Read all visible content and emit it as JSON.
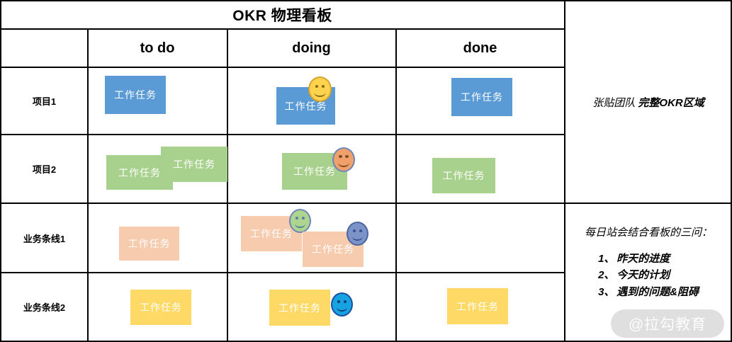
{
  "board": {
    "title": "OKR 物理看板",
    "columns": [
      "to do",
      "doing",
      "done"
    ],
    "rows": [
      {
        "label": "项目1",
        "color": "#5b9bd5",
        "to_do": [
          {
            "text": "工作任务"
          }
        ],
        "doing": [
          {
            "text": "工作任务",
            "avatar": "smiley-face-yellow"
          }
        ],
        "done": [
          {
            "text": "工作任务"
          }
        ]
      },
      {
        "label": "项目2",
        "color": "#a9d18e",
        "to_do": [
          {
            "text": "工作任务"
          },
          {
            "text": "工作任务"
          }
        ],
        "doing": [
          {
            "text": "工作任务",
            "avatar": "smiley-face-orange"
          }
        ],
        "done": [
          {
            "text": "工作任务"
          }
        ]
      },
      {
        "label": "业务条线1",
        "color": "#f7cbad",
        "to_do": [
          {
            "text": "工作任务"
          }
        ],
        "doing": [
          {
            "text": "工作任务",
            "avatar": "smiley-face-green"
          },
          {
            "text": "工作任务",
            "avatar": "smiley-face-blue-violet"
          }
        ],
        "done": []
      },
      {
        "label": "业务条线2",
        "color": "#ffd966",
        "to_do": [
          {
            "text": "工作任务"
          }
        ],
        "doing": [
          {
            "text": "工作任务",
            "avatar": "smiley-face-cyan"
          }
        ],
        "done": [
          {
            "text": "工作任务"
          }
        ]
      }
    ]
  },
  "notes": {
    "top": {
      "segment_1": "张贴团队",
      "segment_2": "完整OKR区域"
    },
    "bottom": {
      "heading": "每日站会结合看板的三问：",
      "questions": [
        {
          "num": "1、",
          "text": "昨天的进度"
        },
        {
          "num": "2、",
          "text": "今天的计划"
        },
        {
          "num": "3、",
          "text": "遇到的问题&阻碍"
        }
      ]
    }
  },
  "watermark": {
    "text": "@拉勾教育"
  }
}
